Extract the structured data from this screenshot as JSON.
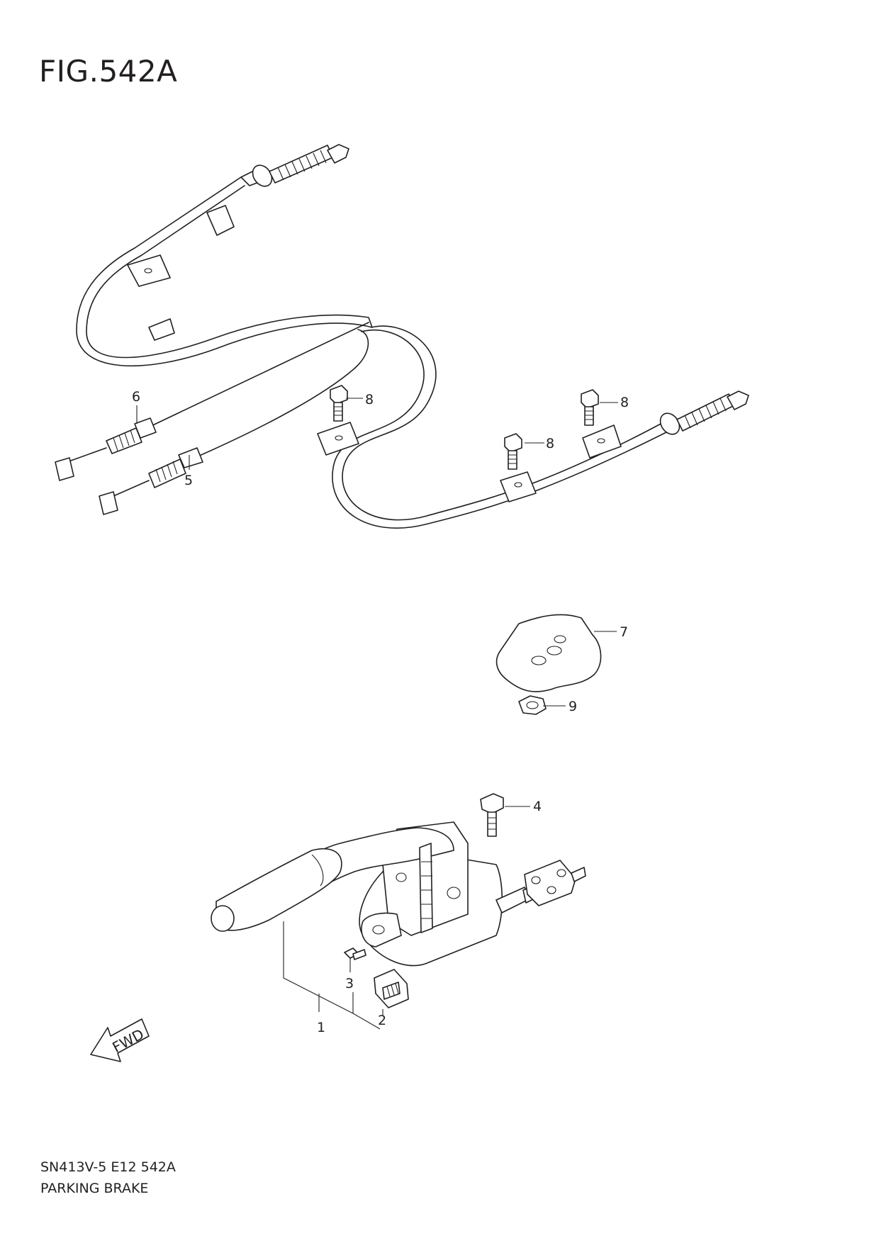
{
  "figure": {
    "title": "FIG.542A"
  },
  "callouts": {
    "cable_left": "6",
    "cable_right": "5",
    "bolt_clamp_left": "8",
    "bolt_clamp_center": "8",
    "bolt_clamp_right": "8",
    "plate": "7",
    "nut": "9",
    "lever_bolt": "4",
    "screw": "3",
    "bracket": "2",
    "lever_assembly": "1"
  },
  "direction_arrow": {
    "text": "FWD"
  },
  "footer": {
    "code": "SN413V-5 E12 542A",
    "name": "PARKING BRAKE"
  }
}
